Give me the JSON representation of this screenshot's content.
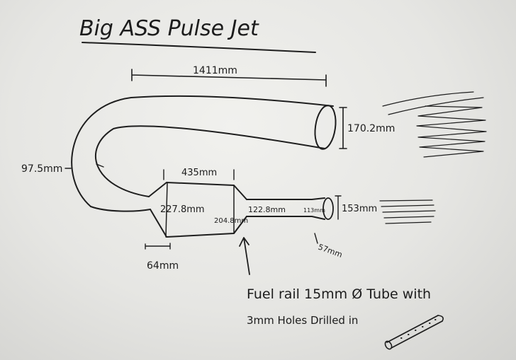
{
  "title": "Big ASS Pulse Jet",
  "dimensions": {
    "top_length": "1411mm",
    "exhaust_diameter": "170.2mm",
    "bend_diameter": "97.5mm",
    "chamber_length": "435mm",
    "chamber_diameter": "227.8mm",
    "neck_diameter": "204.8mm",
    "tube_diameter": "122.8mm",
    "intake_neck": "113mm",
    "intake_diameter": "153mm",
    "intake_length": "57mm",
    "cone_length": "64mm"
  },
  "notes": {
    "fuel_rail_line1": "Fuel rail 15mm Ø Tube with",
    "fuel_rail_line2": "3mm Holes Drilled in"
  },
  "colors": {
    "ink": "#1e1e1e",
    "paper": "#ececea"
  }
}
